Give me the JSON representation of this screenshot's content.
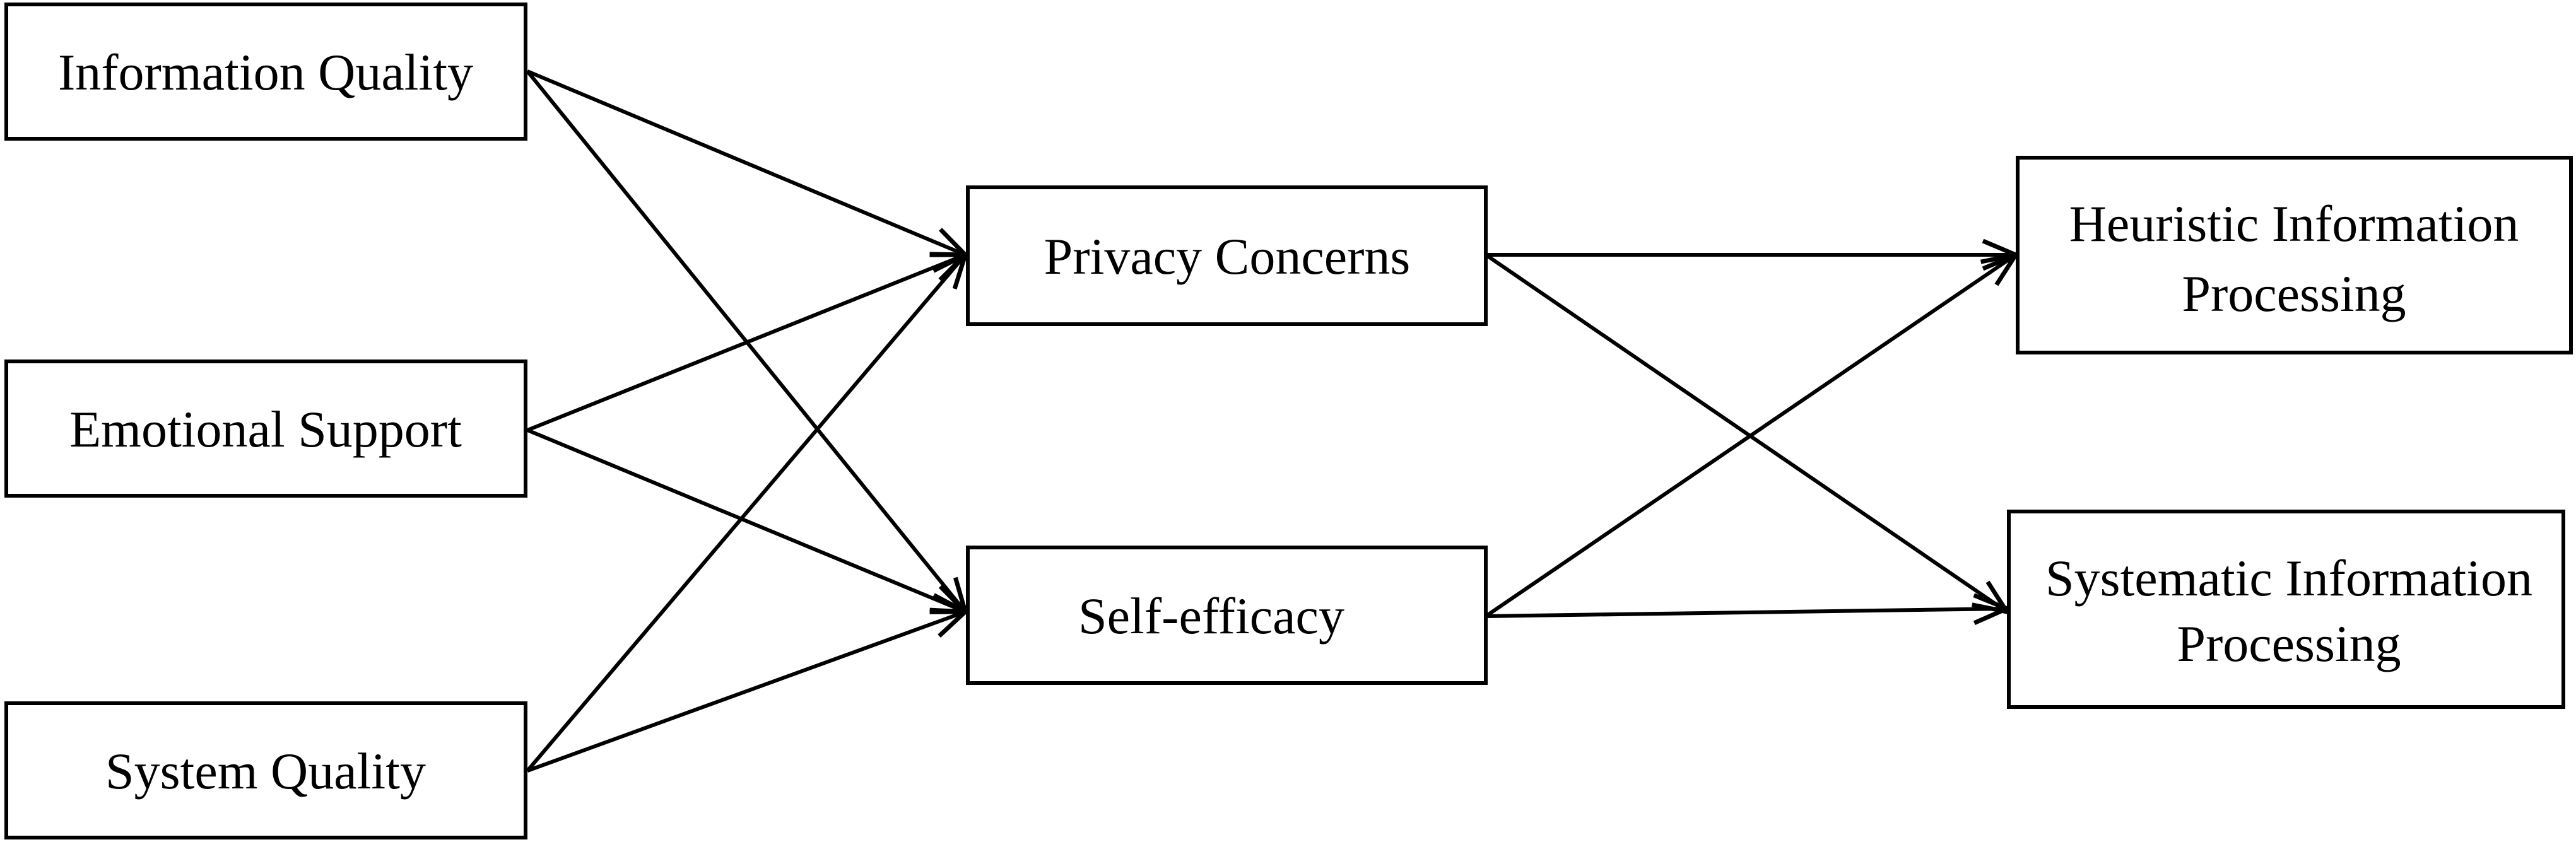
{
  "diagram": {
    "type": "path-model",
    "nodes": {
      "information_quality": {
        "label": "Information Quality"
      },
      "emotional_support": {
        "label": "Emotional Support"
      },
      "system_quality": {
        "label": "System Quality"
      },
      "privacy_concerns": {
        "label": "Privacy Concerns"
      },
      "self_efficacy": {
        "label": "Self-efficacy"
      },
      "heuristic_processing": {
        "label_line1": "Heuristic Information",
        "label_line2": "Processing"
      },
      "systematic_processing": {
        "label_line1": "Systematic Information",
        "label_line2": "Processing"
      }
    },
    "edges": [
      {
        "from": "information_quality",
        "to": "privacy_concerns"
      },
      {
        "from": "information_quality",
        "to": "self_efficacy"
      },
      {
        "from": "emotional_support",
        "to": "privacy_concerns"
      },
      {
        "from": "emotional_support",
        "to": "self_efficacy"
      },
      {
        "from": "system_quality",
        "to": "privacy_concerns"
      },
      {
        "from": "system_quality",
        "to": "self_efficacy"
      },
      {
        "from": "privacy_concerns",
        "to": "heuristic_processing"
      },
      {
        "from": "privacy_concerns",
        "to": "systematic_processing"
      },
      {
        "from": "self_efficacy",
        "to": "heuristic_processing"
      },
      {
        "from": "self_efficacy",
        "to": "systematic_processing"
      }
    ],
    "colors": {
      "stroke": "#000000",
      "background": "#ffffff"
    }
  }
}
